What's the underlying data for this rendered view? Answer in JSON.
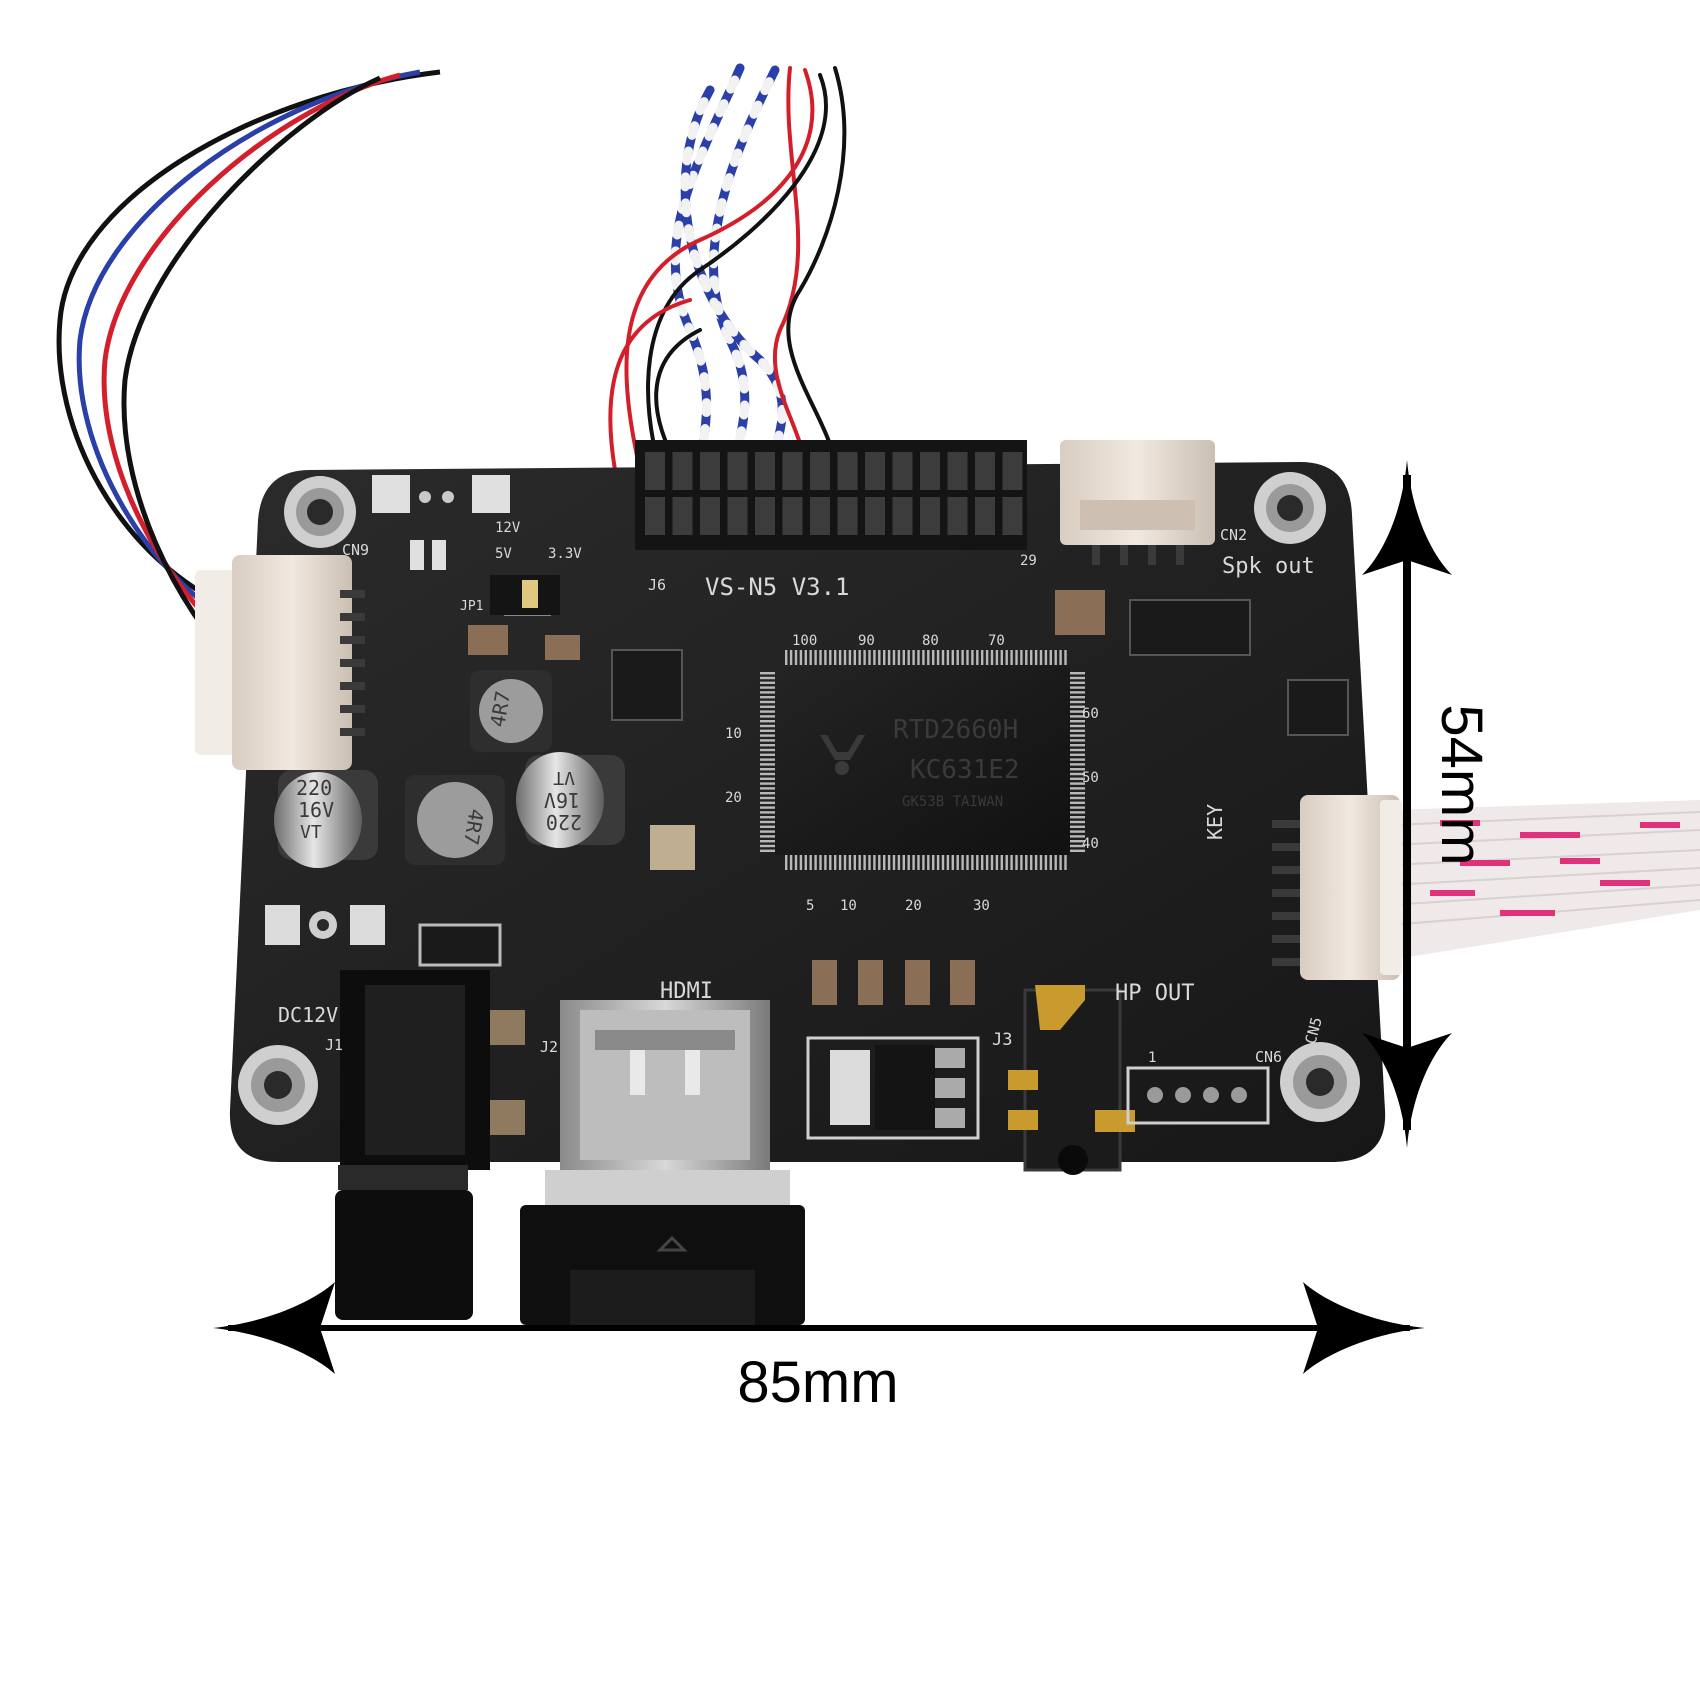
{
  "dimensions": {
    "width_label": "85mm",
    "height_label": "54mm"
  },
  "board": {
    "model": "VS-N5  V3.1",
    "chip": {
      "line1": "RTD2660H",
      "line2": "KC631E2",
      "line3": "GK53B TAIWAN"
    },
    "labels": {
      "hdmi": "HDMI",
      "dc": "DC12V",
      "hp_out": "HP OUT",
      "spk_out": "Spk out",
      "key": "KEY",
      "cn2": "CN2",
      "cn5": "CN5",
      "cn6": "CN6",
      "cn9": "CN9",
      "j1": "J1",
      "j2": "J2",
      "j3": "J3",
      "j6": "J6",
      "jp1": "JP1",
      "v12": "12V",
      "v5": "5V",
      "v33": "3.3V",
      "pin29": "29",
      "pin1": "1"
    },
    "pin_numbers_top": [
      "100",
      "90",
      "80",
      "70"
    ],
    "pin_numbers_bottom": [
      "5",
      "10",
      "20",
      "30"
    ],
    "pin_numbers_right": [
      "60",
      "50",
      "40"
    ],
    "pin_numbers_left": [
      "10",
      "20"
    ],
    "capacitors": [
      {
        "line1": "220",
        "line2": "16V",
        "line3": "VT"
      },
      {
        "line1": "VT",
        "line2": "16V",
        "line3": "220"
      }
    ],
    "inductors": [
      "4R7",
      "4R7"
    ]
  },
  "colors": {
    "pcb": "#1e1e1e",
    "connector": "#e8ddd2",
    "wire_red": "#d21f2b",
    "wire_blue": "#2a3fa8",
    "wire_black": "#111111",
    "ribbon_pink": "#e0317a",
    "gold": "#c99a2e"
  }
}
